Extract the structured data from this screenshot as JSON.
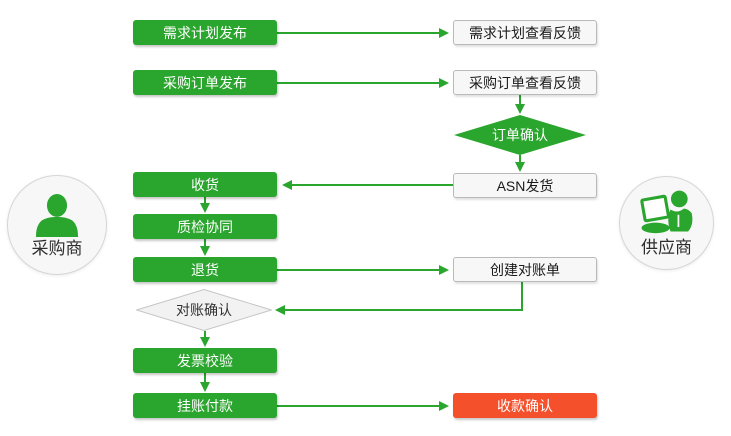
{
  "colors": {
    "accent_green": "#2aa52d",
    "accent_red": "#f4502c",
    "outline_box_fill": "#f7f7f7",
    "outline_box_border": "#b9b9b9",
    "gray_diamond_fill": "#f2f2f2"
  },
  "actors": {
    "buyer": {
      "label": "采购商",
      "icon": "person-icon"
    },
    "supplier": {
      "label": "供应商",
      "icon": "person-laptop-icon"
    }
  },
  "nodes": {
    "demand_plan_publish": {
      "label": "需求计划发布",
      "shape": "rect",
      "style": "green"
    },
    "demand_plan_feedback": {
      "label": "需求计划查看反馈",
      "shape": "rect",
      "style": "outline"
    },
    "po_publish": {
      "label": "采购订单发布",
      "shape": "rect",
      "style": "green"
    },
    "po_feedback": {
      "label": "采购订单查看反馈",
      "shape": "rect",
      "style": "outline"
    },
    "order_confirm": {
      "label": "订单确认",
      "shape": "diamond",
      "style": "green"
    },
    "asn_ship": {
      "label": "ASN发货",
      "shape": "rect",
      "style": "outline"
    },
    "receive": {
      "label": "收货",
      "shape": "rect",
      "style": "green"
    },
    "quality_collab": {
      "label": "质检协同",
      "shape": "rect",
      "style": "green"
    },
    "return_goods": {
      "label": "退货",
      "shape": "rect",
      "style": "green"
    },
    "create_statement": {
      "label": "创建对账单",
      "shape": "rect",
      "style": "outline"
    },
    "statement_confirm": {
      "label": "对账确认",
      "shape": "diamond",
      "style": "gray"
    },
    "invoice_verify": {
      "label": "发票校验",
      "shape": "rect",
      "style": "green"
    },
    "book_payment": {
      "label": "挂账付款",
      "shape": "rect",
      "style": "green"
    },
    "payment_confirm": {
      "label": "收款确认",
      "shape": "rect",
      "style": "red"
    }
  },
  "edges": [
    {
      "from": "demand_plan_publish",
      "to": "demand_plan_feedback"
    },
    {
      "from": "po_publish",
      "to": "po_feedback"
    },
    {
      "from": "po_feedback",
      "to": "order_confirm"
    },
    {
      "from": "order_confirm",
      "to": "asn_ship"
    },
    {
      "from": "asn_ship",
      "to": "receive"
    },
    {
      "from": "receive",
      "to": "quality_collab"
    },
    {
      "from": "quality_collab",
      "to": "return_goods"
    },
    {
      "from": "return_goods",
      "to": "create_statement"
    },
    {
      "from": "create_statement",
      "to": "statement_confirm"
    },
    {
      "from": "statement_confirm",
      "to": "invoice_verify"
    },
    {
      "from": "invoice_verify",
      "to": "book_payment"
    },
    {
      "from": "book_payment",
      "to": "payment_confirm"
    }
  ]
}
